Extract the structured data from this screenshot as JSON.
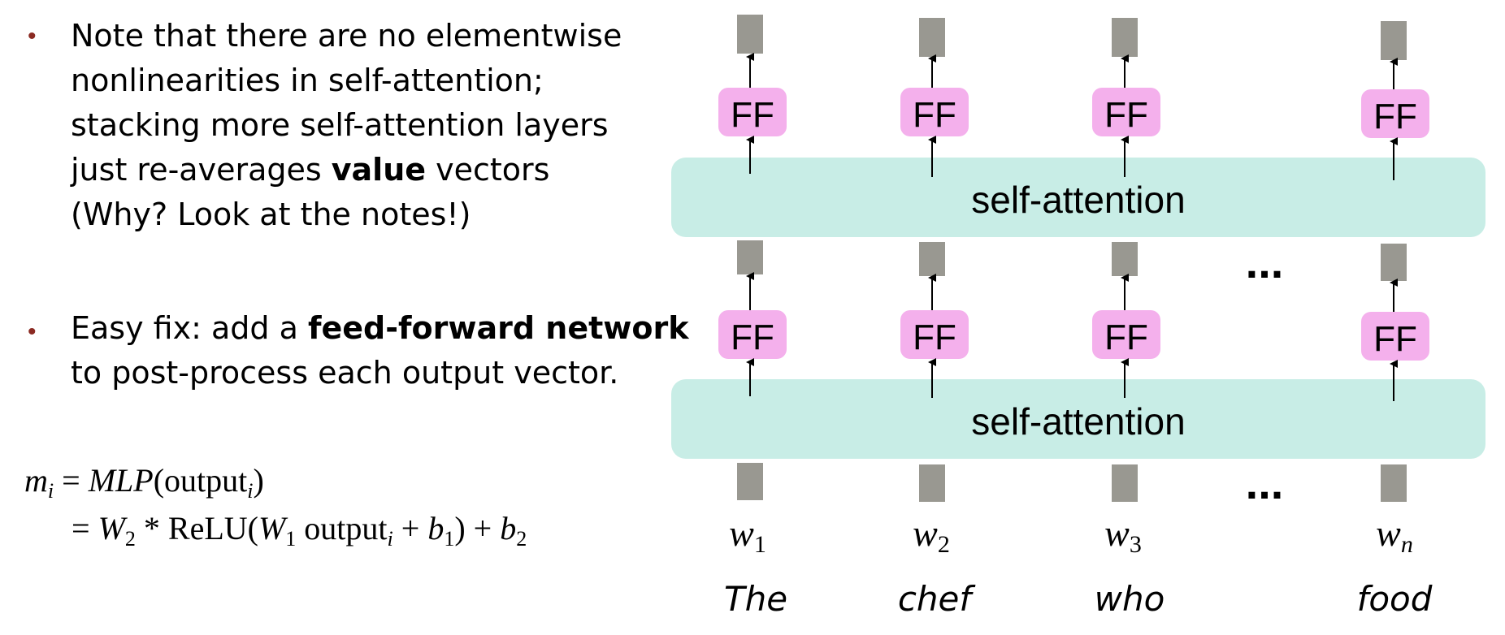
{
  "bullets": [
    {
      "lines": [
        "Note that there are no elementwise",
        "nonlinearities in self-attention;",
        "stacking more self-attention layers"
      ],
      "line4_pre": "just re-averages ",
      "line4_bold": "value",
      "line4_post": " vectors",
      "line5": "(Why? Look at the notes!)"
    },
    {
      "line1_pre": "Easy fix: add a ",
      "line1_bold": "feed-forward network",
      "line2": "to post-process each output vector."
    }
  ],
  "bullet_symbol": "•",
  "equation": {
    "lhs_var": "m",
    "lhs_sub": "i",
    "eq1": " = ",
    "mlp": "MLP",
    "output_word": "output",
    "output_sub": "i",
    "eq2": "= ",
    "w2": "W",
    "w2_sub": "2",
    "relu": " * ReLU(",
    "w1": "W",
    "w1_sub": "1",
    "output2": " output",
    "output2_sub": "i",
    "plus_b1": " + ",
    "b1": "b",
    "b1_sub": "1",
    "close": ") + ",
    "b2": "b",
    "b2_sub": "2"
  },
  "diagram": {
    "layer_label": "self-attention",
    "ff_label": "FF",
    "ellipsis": "...",
    "words": [
      "The",
      "chef",
      "who",
      "food"
    ],
    "w_labels": [
      {
        "base": "w",
        "sub": "1"
      },
      {
        "base": "w",
        "sub": "2"
      },
      {
        "base": "w",
        "sub": "3"
      },
      {
        "base": "w",
        "sub": "n"
      }
    ],
    "colors": {
      "attention": "#c8ede6",
      "ff": "#f4b0ec",
      "vector": "#999891",
      "bullet": "#8b2a22"
    }
  }
}
